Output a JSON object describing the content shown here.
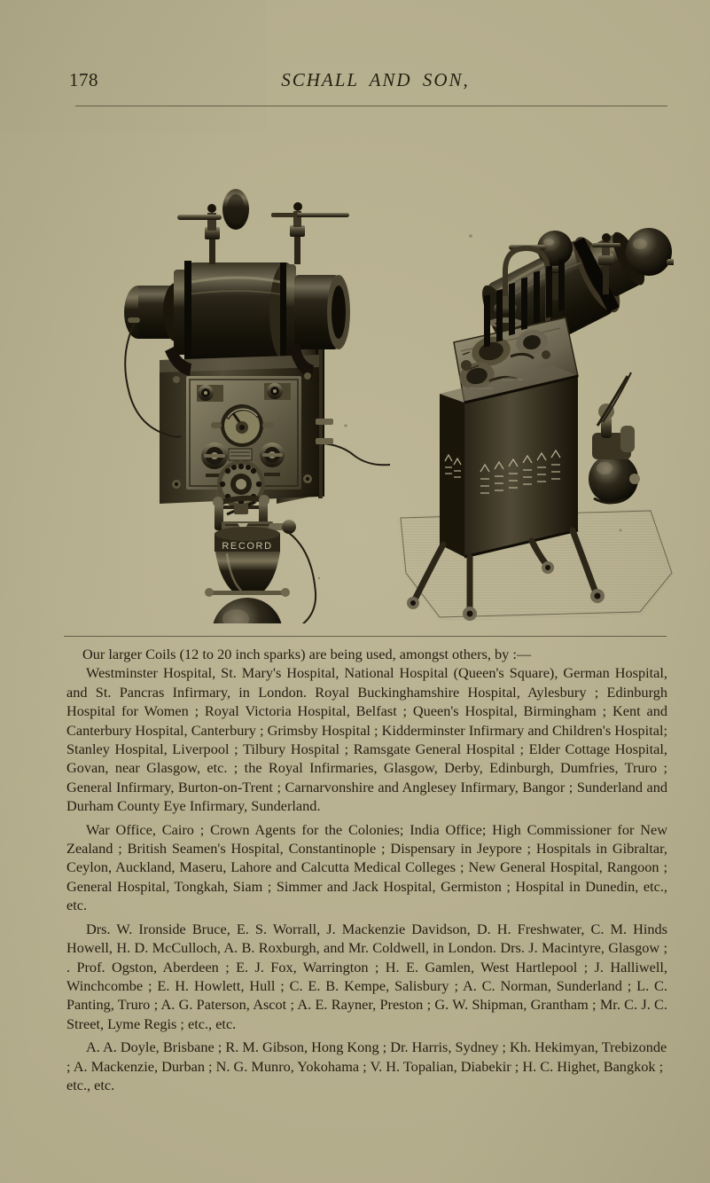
{
  "page": {
    "folio": "178",
    "running_title": "SCHALL AND SON,",
    "background_color": "#b3ac8b",
    "ink_color": "#241c10"
  },
  "illustration": {
    "caption": "",
    "figure_left_label": "RECORD",
    "description_left": "induction coil on wall bracket with control panel, interrupter and spark ball",
    "description_right": "induction coil on wheeled floor stand with mercury break and switchboard"
  },
  "body": {
    "intro": "Our larger Coils (12 to 20 inch sparks) are being used, amongst others, by :—",
    "paragraphs": [
      "Westminster Hospital, St. Mary's Hospital, National Hospital (Queen's Square), German Hospital, and St. Pancras Infirmary, in London. Royal Buckinghamshire Hospital, Aylesbury ; Edinburgh Hospital for Women ; Royal Victoria Hospital, Belfast ; Queen's Hospital, Birmingham ; Kent and Canterbury Hospital, Canterbury ; Grimsby Hospital ; Kidderminster Infirmary and Children's Hospital; Stanley Hospital, Liverpool ; Tilbury Hospital ; Ramsgate General Hospital ; Elder Cottage Hospital, Govan, near Glasgow, etc. ; the Royal Infirmaries, Glasgow, Derby, Edinburgh, Dumfries, Truro ; General Infirmary, Burton-on-Trent ; Carnarvonshire and Anglesey Infirmary, Bangor ; Sunderland and Durham County Eye Infirmary, Sunderland.",
      "War Office, Cairo ; Crown Agents for the Colonies; India Office; High Commissioner for New Zealand ; British Seamen's Hospital, Constantinople ; Dispensary in Jeypore ; Hospitals in Gibraltar, Ceylon, Auckland, Maseru, Lahore and Calcutta Medical Colleges ; New General Hospital, Rangoon ; General Hospital, Tongkah, Siam ; Simmer and Jack Hospital, Germiston ; Hospital in Dunedin, etc., etc.",
      "Drs. W. Ironside Bruce, E. S. Worrall, J. Mackenzie Davidson, D. H. Freshwater, C. M. Hinds Howell, H. D. McCulloch, A. B. Roxburgh, and Mr. Coldwell, in London. Drs. J. Macintyre, Glasgow ; . Prof. Ogston, Aberdeen ; E. J. Fox, Warrington ; H. E. Gamlen, West Hartlepool ; J. Halliwell, Winchcombe ; E. H. Howlett, Hull ; C. E. B. Kempe, Salisbury ; A. C. Norman, Sunderland ; L. C. Panting, Truro ; A. G. Paterson, Ascot ; A. E. Rayner, Preston ; G. W. Shipman, Grantham ; Mr. C. J. C. Street, Lyme Regis ; etc., etc.",
      "A. A. Doyle, Brisbane ; R. M. Gibson, Hong Kong ; Dr. Harris, Sydney ; Kh. Hekimyan, Trebizonde ; A. Mackenzie, Durban ; N. G. Munro, Yokohama ; V. H. Topalian, Diabekir ; H. C. Highet, Bangkok ; etc., etc."
    ]
  }
}
